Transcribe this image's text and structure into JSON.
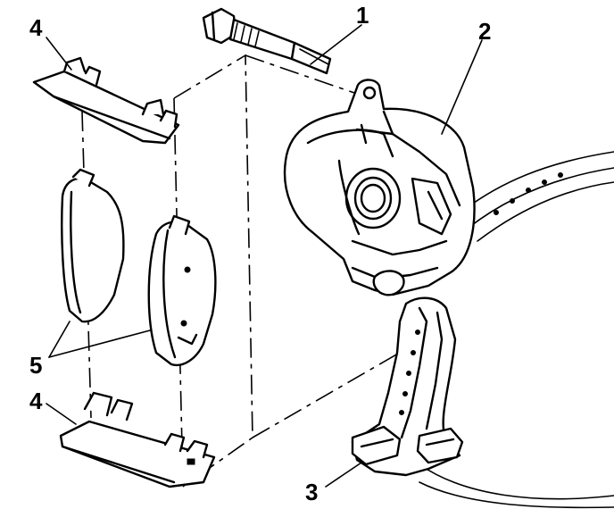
{
  "callouts": {
    "bolt": "1",
    "caliper": "2",
    "bracket": "3",
    "upper_clip": "4",
    "lower_clip": "4",
    "pads": "5"
  }
}
